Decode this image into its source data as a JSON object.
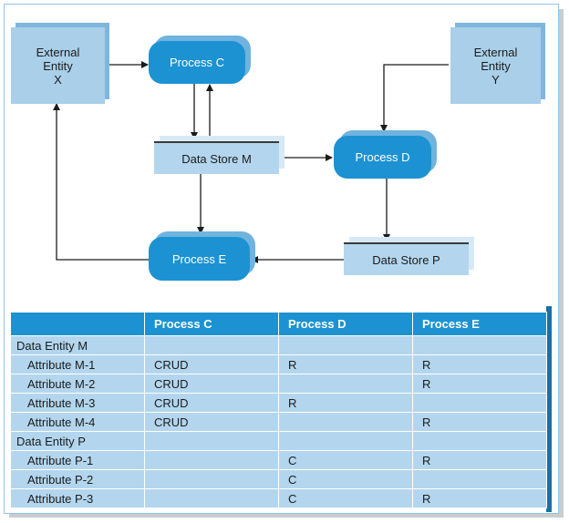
{
  "diagram": {
    "external_x": [
      "External",
      "Entity",
      "X"
    ],
    "external_y": [
      "External",
      "Entity",
      "Y"
    ],
    "process_c": "Process C",
    "process_d": "Process D",
    "process_e": "Process E",
    "store_m": "Data Store M",
    "store_p": "Data Store P"
  },
  "matrix": {
    "columns": [
      "",
      "Process C",
      "Process D",
      "Process E"
    ],
    "rows": [
      {
        "label": "Data Entity M",
        "type": "entity",
        "c": "",
        "d": "",
        "e": ""
      },
      {
        "label": "Attribute M-1",
        "type": "attr",
        "c": "CRUD",
        "d": "R",
        "e": "R"
      },
      {
        "label": "Attribute M-2",
        "type": "attr",
        "c": "CRUD",
        "d": "",
        "e": "R"
      },
      {
        "label": "Attribute M-3",
        "type": "attr",
        "c": "CRUD",
        "d": "R",
        "e": ""
      },
      {
        "label": "Attribute M-4",
        "type": "attr",
        "c": "CRUD",
        "d": "",
        "e": "R"
      },
      {
        "label": "Data Entity P",
        "type": "entity",
        "c": "",
        "d": "",
        "e": ""
      },
      {
        "label": "Attribute P-1",
        "type": "attr",
        "c": "",
        "d": "C",
        "e": "R"
      },
      {
        "label": "Attribute P-2",
        "type": "attr",
        "c": "",
        "d": "C",
        "e": ""
      },
      {
        "label": "Attribute P-3",
        "type": "attr",
        "c": "",
        "d": "C",
        "e": "R"
      }
    ]
  },
  "colors": {
    "process": "#1c92d2",
    "entity": "#a9cfe9",
    "store": "#b3d6ee",
    "header": "#1c92d2"
  }
}
